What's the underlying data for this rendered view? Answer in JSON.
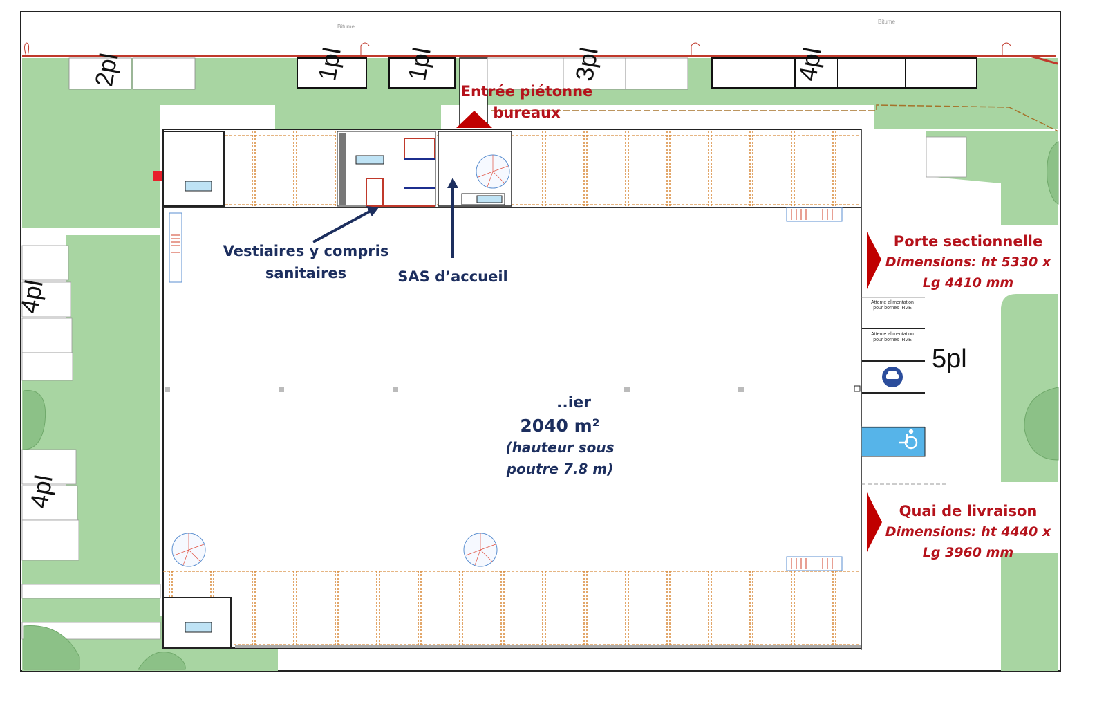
{
  "plan": {
    "street_label_left": "Bitume",
    "street_label_right": "Bitume",
    "parking_counts": {
      "top_1": "2pl",
      "top_2": "1pl",
      "top_3": "1pl",
      "top_4": "3pl",
      "top_5": "4pl",
      "left_1": "4pl",
      "left_2": "4pl",
      "right": "5pl"
    },
    "ev_spot_label": "Attente alimentation pour bornes IRVE",
    "colors": {
      "grass": "#a8d5a2",
      "grass_dark": "#8cc187",
      "annotation_red": "#b5121b",
      "annotation_navy": "#1c2e5e",
      "rack_orange": "#d88a3a",
      "stair_blue": "#5b8fd0",
      "accessible_blue": "#56b4e9",
      "ev_icon_blue": "#2b4d9c"
    },
    "icons": [
      "entrance-arrow-icon",
      "sectional-door-arrow-icon",
      "loading-dock-arrow-icon",
      "ev-charging-car-icon",
      "wheelchair-icon",
      "spiral-staircase-icon",
      "tree-icon"
    ]
  },
  "annotations": {
    "entrance": {
      "line1": "Entrée piétonne",
      "line2": "bureaux"
    },
    "changing_rooms": {
      "line1": "Vestiaires y compris",
      "line2": "sanitaires"
    },
    "reception": {
      "label": "SAS d’accueil"
    },
    "workshop": {
      "name": "..ier",
      "area": "2040 m²",
      "height_line1": "(hauteur sous",
      "height_line2": "poutre 7.8 m)"
    },
    "sectional_door": {
      "title": "Porte sectionnelle",
      "dims_line1": "Dimensions:  ht 5330 x",
      "dims_line2": "Lg 4410 mm"
    },
    "loading_dock": {
      "title": "Quai de livraison",
      "dims_line1": "Dimensions:  ht 4440 x",
      "dims_line2": "Lg 3960 mm"
    }
  }
}
